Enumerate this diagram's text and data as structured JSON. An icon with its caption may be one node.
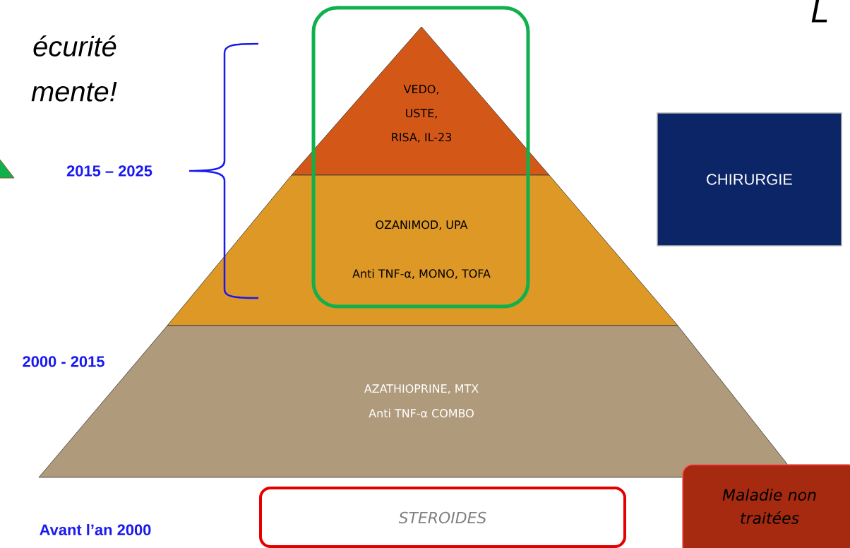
{
  "diagram": {
    "nodes": [
      {
        "text": [
          "VEDO,",
          "USTE,",
          "RISA, IL-23"
        ]
      },
      {
        "text": [
          "OZANIMOD, UPA",
          "Anti TNF-α, MONO, TOFA"
        ]
      },
      {
        "text": [
          "AZATHIOPRINE, MTX",
          "Anti TNF-α COMBO"
        ]
      },
      {
        "text": [
          "CHIRURGIE"
        ]
      },
      {
        "text": [
          "Maladie non traitées"
        ]
      },
      {
        "text": [
          "STEROIDES"
        ]
      }
    ],
    "labels": [
      "L",
      "écurité mente!",
      "2015 – 2025",
      "2000 - 2015",
      "Avant l’an 2000"
    ]
  }
}
